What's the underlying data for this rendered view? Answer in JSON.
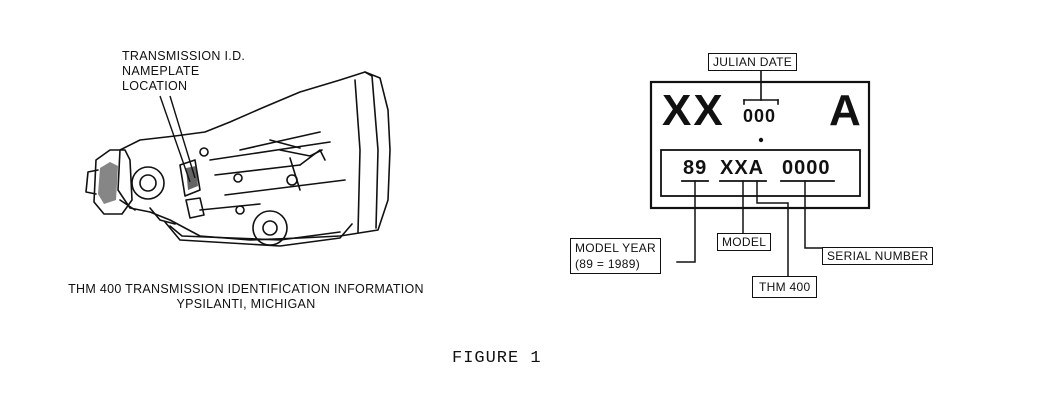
{
  "left_panel": {
    "nameplate_callout": [
      "TRANSMISSION I.D.",
      "NAMEPLATE",
      "LOCATION"
    ],
    "caption_line1": "THM 400 TRANSMISSION IDENTIFICATION INFORMATION",
    "caption_line2": "YPSILANTI, MICHIGAN"
  },
  "nameplate": {
    "top_left_code": "XX",
    "julian_code": "000",
    "top_right_code": "A",
    "bottom_year": "89",
    "bottom_model": "XXA",
    "bottom_serial": "0000"
  },
  "labels": {
    "julian_date": "JULIAN DATE",
    "model_year_line1": "MODEL YEAR",
    "model_year_line2": "(89 = 1989)",
    "model": "MODEL",
    "serial_number": "SERIAL NUMBER",
    "thm400": "THM 400"
  },
  "figure_caption": "FIGURE 1"
}
